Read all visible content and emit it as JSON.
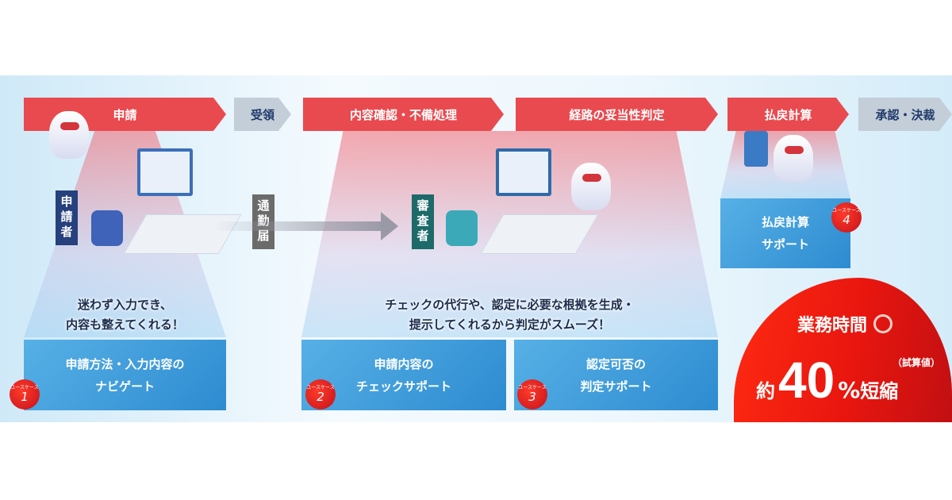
{
  "stages": [
    "申請",
    "受領",
    "内容確認・不備処理",
    "経路の妥当性判定",
    "払戻計算",
    "承認・決裁"
  ],
  "actors": {
    "applicant": "申請者",
    "form": "通勤届",
    "reviewer": "審査者"
  },
  "captions": {
    "applicant": [
      "迷わず入力でき、",
      "内容も整えてくれる！"
    ],
    "reviewer": [
      "チェックの代行や、認定に必要な根拠を生成・",
      "提示してくれるから判定がスムーズ！"
    ]
  },
  "use_cases": [
    {
      "num": "1",
      "lines": [
        "申請方法・入力内容の",
        "ナビゲート"
      ]
    },
    {
      "num": "2",
      "lines": [
        "申請内容の",
        "チェックサポート"
      ]
    },
    {
      "num": "3",
      "lines": [
        "認定可否の",
        "判定サポート"
      ]
    },
    {
      "num": "4",
      "lines": [
        "払戻計算",
        "サポート"
      ]
    }
  ],
  "badge_label": "ユースケース",
  "result": {
    "title": "業務時間",
    "prefix": "約",
    "value": "40",
    "unit": "%",
    "suffix": "短縮",
    "note": "（試算値）"
  },
  "colors": {
    "red": "#e94a4f",
    "blue": "#2d8bd0",
    "accent": "#e8160f"
  }
}
